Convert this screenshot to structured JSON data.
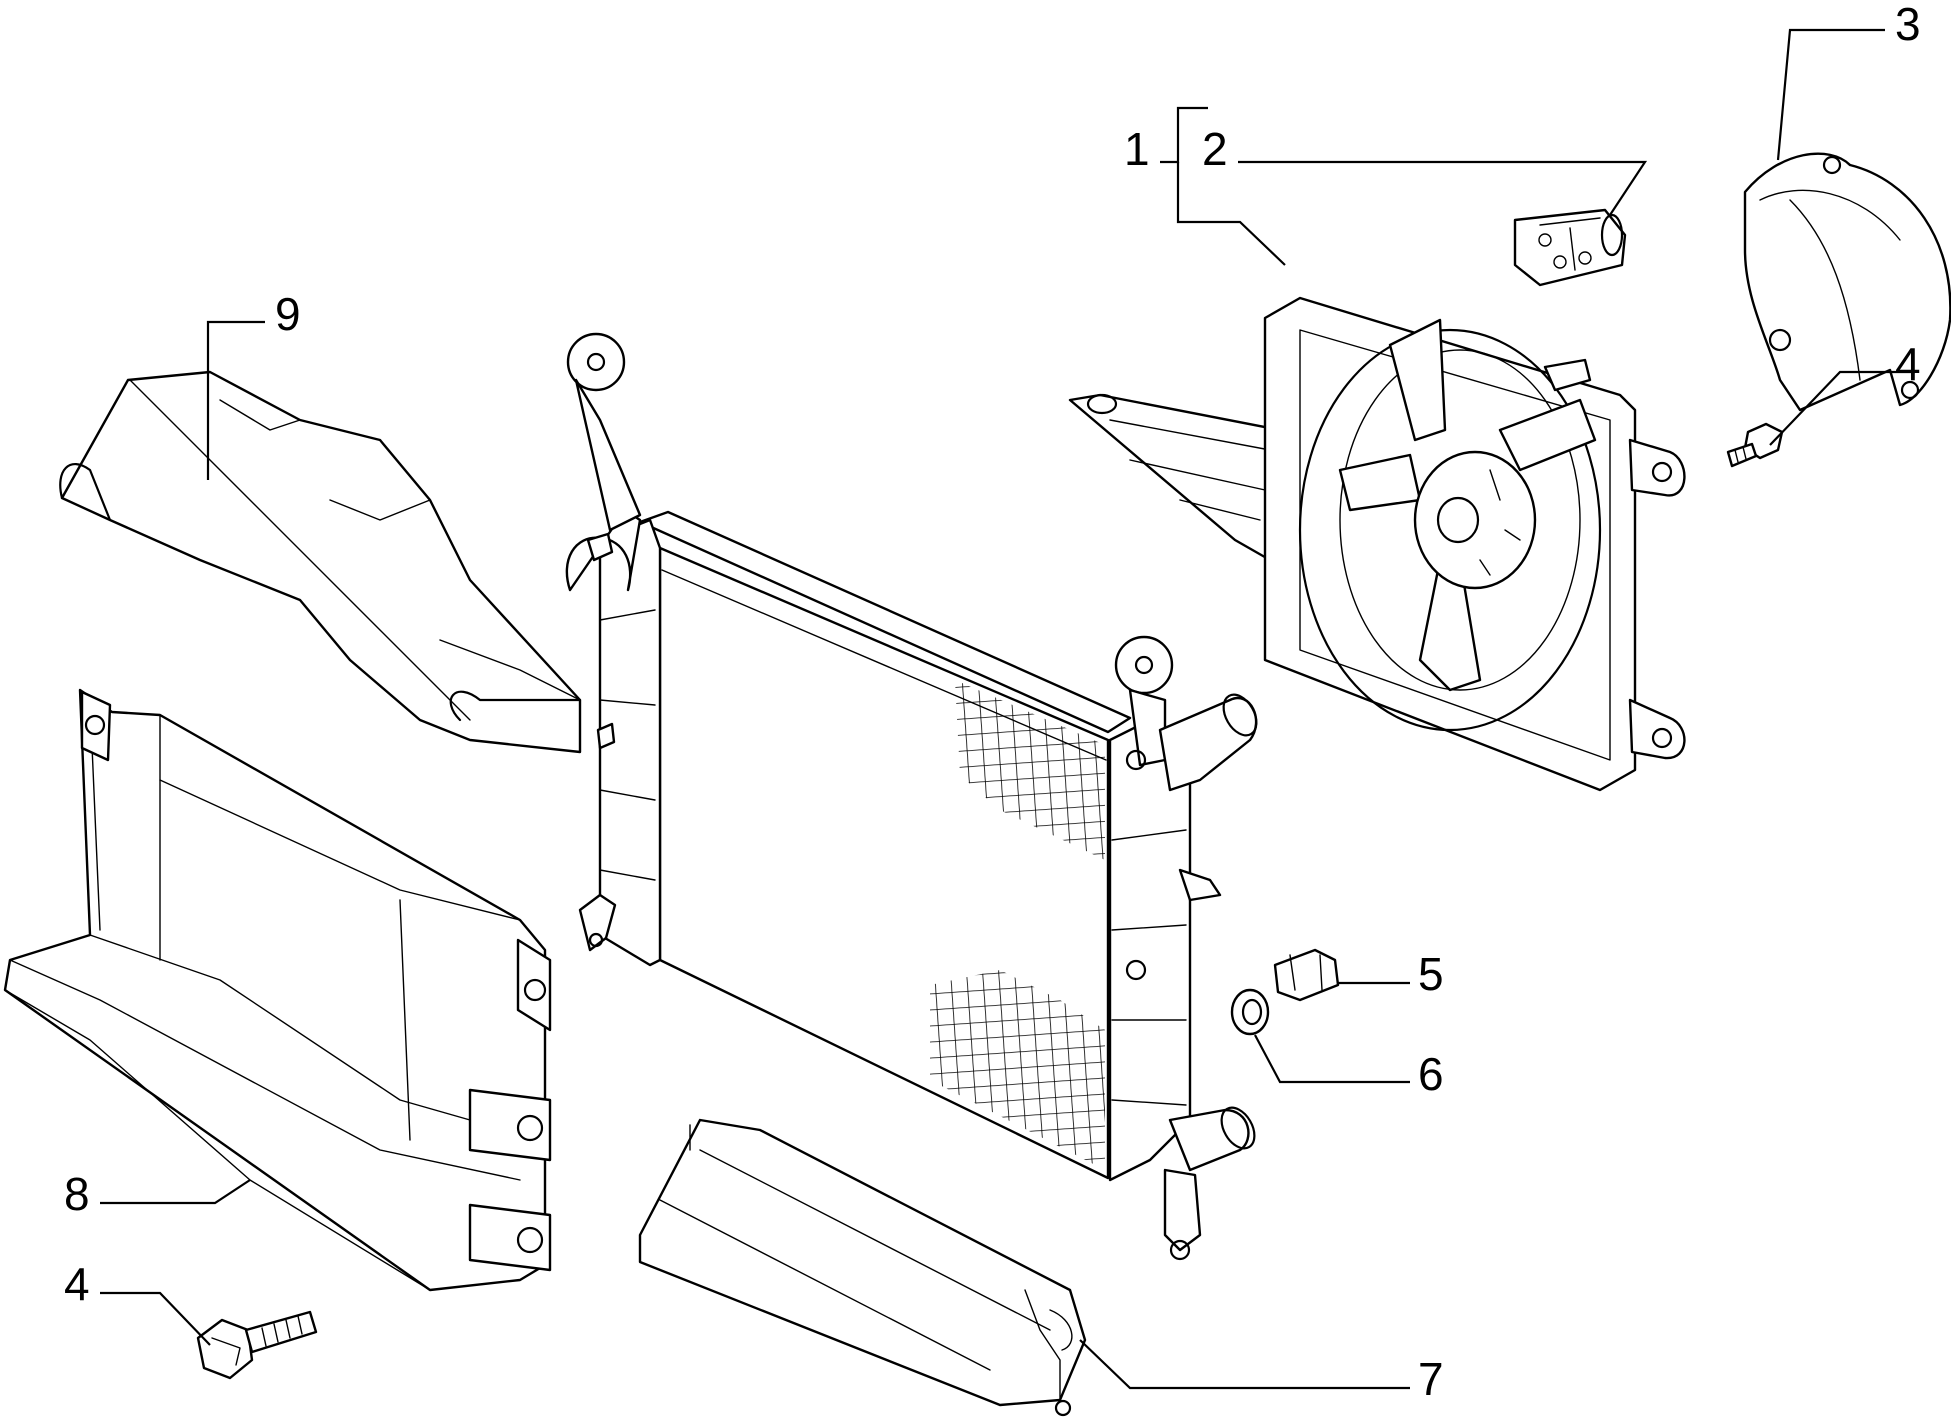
{
  "labels": {
    "l1": "1",
    "l2": "2",
    "l3": "3",
    "l4a": "4",
    "l4b": "4",
    "l5": "5",
    "l6": "6",
    "l7": "7",
    "l8": "8",
    "l9": "9"
  }
}
